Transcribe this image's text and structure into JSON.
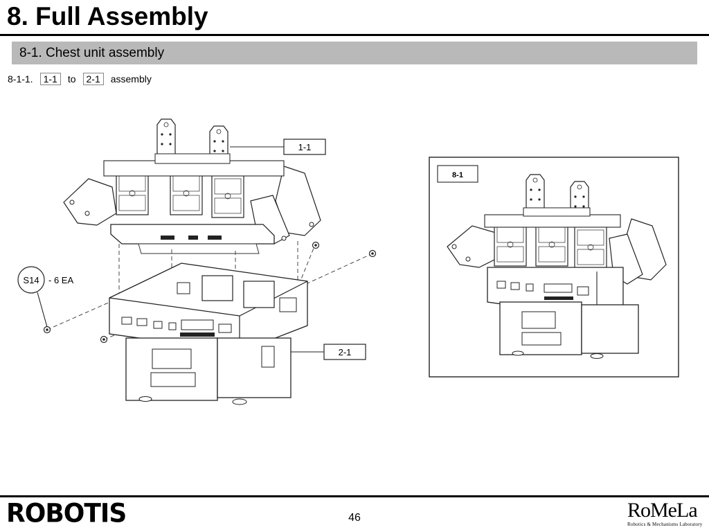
{
  "header": {
    "title": "8. Full Assembly",
    "section": "8-1. Chest unit assembly"
  },
  "step": {
    "number": "8-1-1.",
    "from_tag": "1-1",
    "connector": "to",
    "to_tag": "2-1",
    "suffix": "assembly"
  },
  "drawing": {
    "callout_upper": "1-1",
    "callout_lower": "2-1",
    "screw_code": "S14",
    "screw_qty": "- 6 EA",
    "result_label": "8-1"
  },
  "footer": {
    "brand": "ROBOTIS",
    "page_number": "46",
    "lab_logo": "RoMeLa",
    "lab_tagline": "Robotics & Mechanisms Laboratory"
  }
}
